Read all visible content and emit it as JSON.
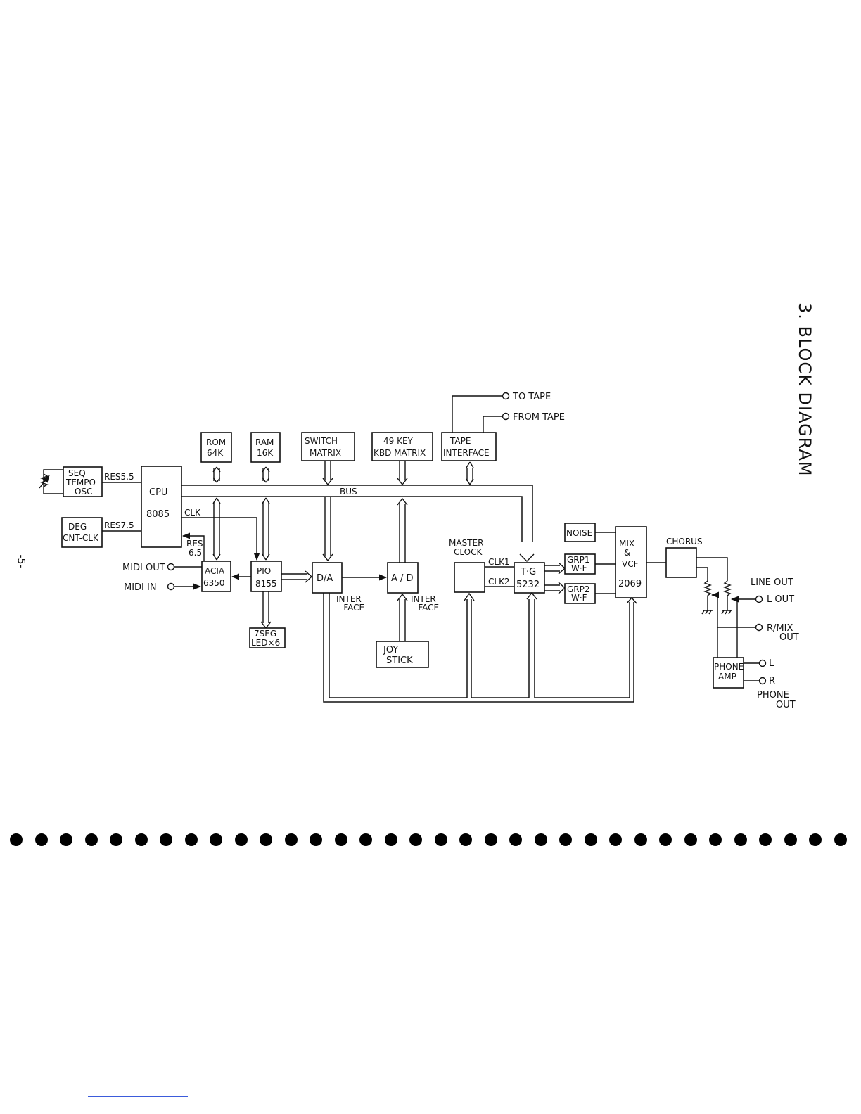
{
  "title": "3. BLOCK DIAGRAM",
  "page_number": "-5-",
  "blocks": {
    "seq_tempo_osc": [
      "SEQ",
      "TEMPO",
      "OSC"
    ],
    "deg_cnt_clk": [
      "DEG",
      "CNT-CLK"
    ],
    "cpu": [
      "CPU",
      "8085"
    ],
    "rom": [
      "ROM",
      "64K"
    ],
    "ram": [
      "RAM",
      "16K"
    ],
    "switch_matrix": [
      "SWITCH",
      "MATRIX"
    ],
    "kbd_matrix": [
      "49 KEY",
      "KBD MATRIX"
    ],
    "tape_interface": [
      "TAPE",
      "INTERFACE"
    ],
    "acia": [
      "ACIA",
      "6350"
    ],
    "pio": [
      "PIO",
      "8155"
    ],
    "led": [
      "7SEG",
      "LED×6"
    ],
    "da": "D/A",
    "ad": "A / D",
    "joy_stick": [
      "JOY",
      "STICK"
    ],
    "master_clock": [
      "MASTER",
      "CLOCK"
    ],
    "tg": [
      "T·G",
      "5232"
    ],
    "noise": "NOISE",
    "grp1": [
      "GRP1",
      "W·F"
    ],
    "grp2": [
      "GRP2",
      "W·F"
    ],
    "mix_vcf": [
      "MIX",
      "&",
      "VCF",
      "2069"
    ],
    "chorus": "CHORUS",
    "phone_amp": [
      "PHONE",
      "AMP"
    ]
  },
  "signals": {
    "res55": "RES5.5",
    "res75": "RES7.5",
    "res65": [
      "RES",
      "6.5"
    ],
    "clk": "CLK",
    "bus": "BUS",
    "clk1": "CLK1",
    "clk2": "CLK2",
    "interface_da": [
      "INTER",
      "-FACE"
    ],
    "interface_ad": [
      "INTER",
      "-FACE"
    ]
  },
  "terminals": {
    "to_tape": "TO TAPE",
    "from_tape": "FROM TAPE",
    "midi_out": "MIDI OUT",
    "midi_in": "MIDI  IN",
    "line_out": "LINE OUT",
    "l_out": "L OUT",
    "r_mix_out": [
      "R/MIX",
      "OUT"
    ],
    "phone_l": "L",
    "phone_r": "R",
    "phone_out": [
      "PHONE",
      "OUT"
    ]
  }
}
